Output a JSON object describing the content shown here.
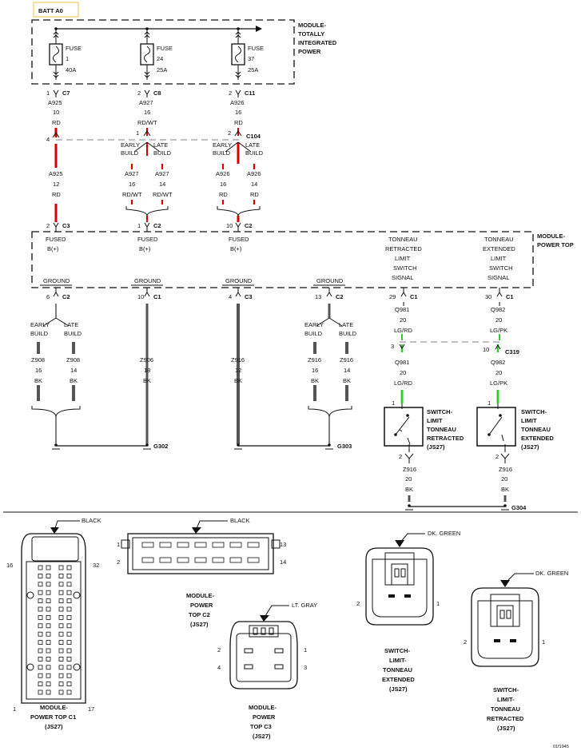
{
  "batt": "BATT A0",
  "tipm": [
    "MODULE-",
    "TOTALLY",
    "INTEGRATED",
    "POWER"
  ],
  "fuses": [
    {
      "word": "FUSE",
      "num": "1",
      "amp": "40A",
      "pin": "1",
      "conn": "C7",
      "circuit": "A925",
      "gauge": "10",
      "color": "RD"
    },
    {
      "word": "FUSE",
      "num": "24",
      "amp": "25A",
      "pin": "2",
      "conn": "C8",
      "circuit": "A927",
      "gauge": "16",
      "color": "RD/WT"
    },
    {
      "word": "FUSE",
      "num": "37",
      "amp": "25A",
      "pin": "2",
      "conn": "C11",
      "circuit": "A926",
      "gauge": "16",
      "color": "RD"
    }
  ],
  "c104": {
    "conn": "C104",
    "pin_a": "4",
    "pin_b": "1",
    "pin_c": "2"
  },
  "early": [
    "EARLY",
    "BUILD"
  ],
  "late": [
    "LATE",
    "BUILD"
  ],
  "mid_wires": [
    {
      "circuit": "A925",
      "gauge": "12",
      "color": "RD"
    },
    {
      "circuit": "A927",
      "gauge": "16",
      "color": "RD/WT"
    },
    {
      "circuit": "A927",
      "gauge": "14",
      "color": "RD/WT"
    },
    {
      "circuit": "A926",
      "gauge": "16",
      "color": "RD"
    },
    {
      "circuit": "A926",
      "gauge": "14",
      "color": "RD"
    }
  ],
  "module_in": [
    {
      "pin": "2",
      "conn": "C3"
    },
    {
      "pin": "1",
      "conn": "C2"
    },
    {
      "pin": "10",
      "conn": "C2"
    }
  ],
  "mpt": [
    "MODULE-",
    "POWER TOP"
  ],
  "fused": [
    "FUSED",
    "B(+)"
  ],
  "ground": "GROUND",
  "signal_a": [
    "TONNEAU",
    "RETRACTED",
    "LIMIT",
    "SWITCH",
    "SIGNAL"
  ],
  "signal_b": [
    "TONNEAU",
    "EXTENDED",
    "LIMIT",
    "SWITCH",
    "SIGNAL"
  ],
  "ground_pins": [
    {
      "pin": "6",
      "conn": "C2"
    },
    {
      "pin": "10",
      "conn": "C1"
    },
    {
      "pin": "4",
      "conn": "C3"
    },
    {
      "pin": "13",
      "conn": "C2"
    }
  ],
  "ground_wires": [
    {
      "circuit": "Z908",
      "gauge": "16",
      "color": "BK"
    },
    {
      "circuit": "Z908",
      "gauge": "14",
      "color": "BK"
    },
    {
      "circuit": "Z906",
      "gauge": "18",
      "color": "BK"
    },
    {
      "circuit": "Z916",
      "gauge": "12",
      "color": "BK"
    },
    {
      "circuit": "Z916",
      "gauge": "16",
      "color": "BK"
    },
    {
      "circuit": "Z916",
      "gauge": "14",
      "color": "BK"
    }
  ],
  "grounds": [
    "G302",
    "G303",
    "G304"
  ],
  "sig_pins": [
    {
      "pin": "29",
      "conn": "C1"
    },
    {
      "pin": "30",
      "conn": "C1"
    }
  ],
  "sig_wires": [
    {
      "circuit": "Q981",
      "gauge": "20",
      "color": "LG/RD"
    },
    {
      "circuit": "Q982",
      "gauge": "20",
      "color": "LG/PK"
    }
  ],
  "c319": {
    "conn": "C319",
    "pin_a": "3",
    "pin_b": "10"
  },
  "sw_pin_top": "1",
  "sw_pin_bot": "2",
  "switch_a": [
    "SWITCH-",
    "LIMIT",
    "TONNEAU",
    "RETRACTED",
    "(JS27)"
  ],
  "switch_b": [
    "SWITCH-",
    "LIMIT",
    "TONNEAU",
    "EXTENDED",
    "(JS27)"
  ],
  "sw_ground_wire": {
    "circuit": "Z916",
    "gauge": "20",
    "color": "BK"
  },
  "c1_view": {
    "color": "BLACK",
    "pin_tl": "16",
    "pin_tr": "32",
    "pin_bl": "1",
    "pin_br": "17",
    "name": [
      "MODULE-",
      "POWER TOP C1",
      "(JS27)"
    ]
  },
  "c2_view": {
    "color": "BLACK",
    "pin_tl": "1",
    "pin_bl": "2",
    "pin_tr": "13",
    "pin_br": "14",
    "name": [
      "MODULE-",
      "POWER",
      "TOP C2",
      "(JS27)"
    ]
  },
  "c3_view": {
    "color": "LT. GRAY",
    "pin_tl": "2",
    "pin_bl": "4",
    "pin_tr": "1",
    "pin_br": "3",
    "name": [
      "MODULE-",
      "POWER",
      "TOP C3",
      "(JS27)"
    ]
  },
  "ext_view": {
    "color": "DK. GREEN",
    "pin_l": "2",
    "pin_r": "1",
    "name": [
      "SWITCH-",
      "LIMIT-",
      "TONNEAU",
      "EXTENDED",
      "(JS27)"
    ]
  },
  "ret_view": {
    "color": "DK. GREEN",
    "pin_l": "2",
    "pin_r": "1",
    "name": [
      "SWITCH-",
      "LIMIT-",
      "TONNEAU",
      "RETRACTED",
      "(JS27)"
    ]
  },
  "fig_id": "01f1945",
  "colors": {
    "red": "#d40000",
    "green": "#33cc33",
    "gray": "#555555",
    "dash": "#9a9a9a"
  }
}
